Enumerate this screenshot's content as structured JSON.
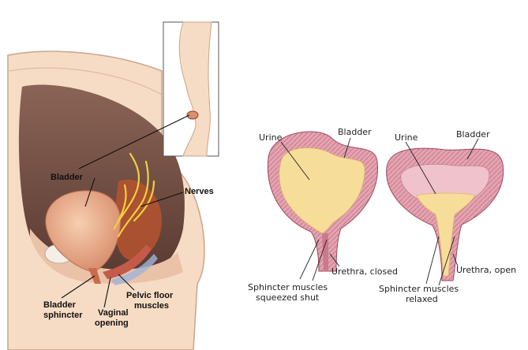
{
  "left_panel": {
    "labels": {
      "bladder": "Bladder",
      "nerves": "Nerves",
      "bladder_sphincter_1": "Bladder",
      "bladder_sphincter_2": "sphincter",
      "vaginal_opening_1": "Vaginal",
      "vaginal_opening_2": "opening",
      "pelvic_floor_1": "Pelvic floor",
      "pelvic_floor_2": "muscles"
    }
  },
  "closed_diagram": {
    "labels": {
      "urine": "Urine",
      "bladder": "Bladder",
      "urethra": "Urethra, closed",
      "sphincter_1": "Sphincter muscles",
      "sphincter_2": "squeezed shut"
    }
  },
  "open_diagram": {
    "labels": {
      "urine": "Urine",
      "bladder": "Bladder",
      "urethra": "Urethra, open",
      "sphincter_1": "Sphincter muscles",
      "sphincter_2": "relaxed"
    }
  },
  "colors": {
    "skin": "#f6dcc4",
    "skin_outline": "#c9a48c",
    "pelvic_interior": "#6e4a40",
    "bladder_fill": "#e8b08a",
    "bladder_wall": "#d98a9a",
    "urine": "#f7dd9a",
    "nerves": "#f3cf3a"
  }
}
